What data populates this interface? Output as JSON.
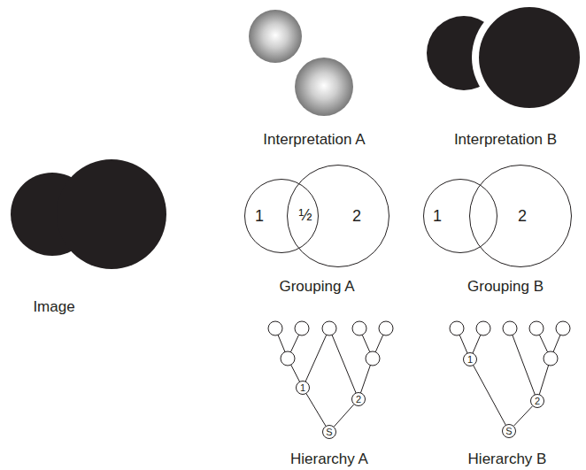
{
  "diagram": {
    "nodes": [
      {
        "text": [
          "1"
        ]
      },
      {
        "text": [
          "2"
        ]
      },
      {
        "text": [
          "1"
        ]
      },
      {
        "text": [
          "2"
        ]
      },
      {
        "text": [
          "1"
        ]
      },
      {
        "text": [
          "2"
        ]
      },
      {
        "text": [
          "S"
        ]
      },
      {
        "text": [
          "1"
        ]
      },
      {
        "text": [
          "2"
        ]
      },
      {
        "text": [
          "S"
        ]
      }
    ],
    "edges": [
      {
        "from": 6,
        "to": 4,
        "arrow": "none"
      },
      {
        "from": 6,
        "to": 5,
        "arrow": "none"
      },
      {
        "from": 9,
        "to": 7,
        "arrow": "none"
      },
      {
        "from": 9,
        "to": 8,
        "arrow": "none"
      }
    ],
    "labels": [
      "Interpretation A",
      "Interpretation B",
      "Image",
      "½",
      "Grouping A",
      "Grouping B",
      "Hierarchy A",
      "Hierarchy B"
    ]
  }
}
